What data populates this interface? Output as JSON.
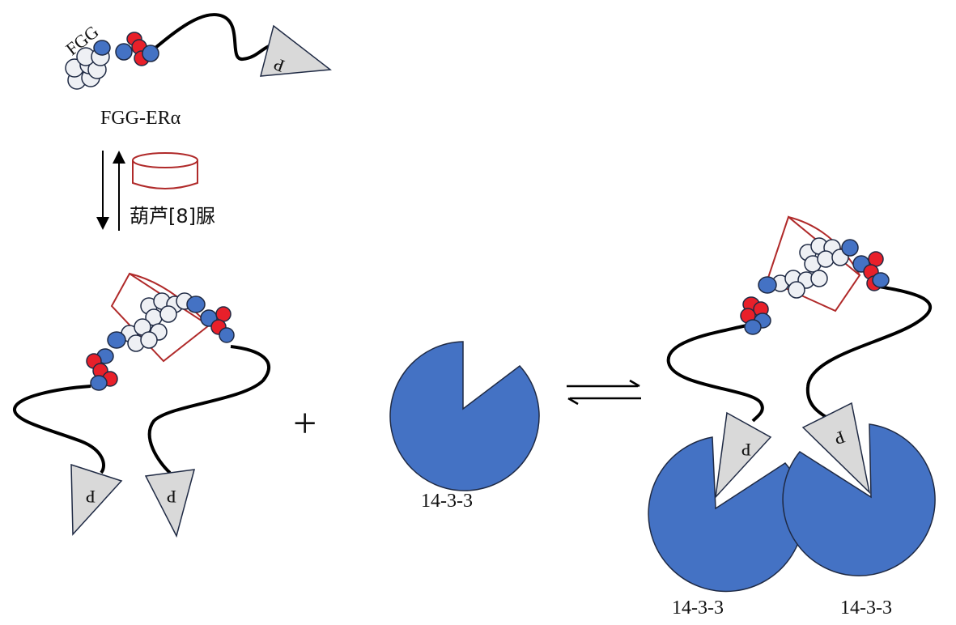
{
  "labels": {
    "fgg_tag": "FGG",
    "fgg_era": "FGG-ERα",
    "cucurbituril": "葫芦[8]脲",
    "plus": "+",
    "protein_free": "14-3-3",
    "protein_left": "14-3-3",
    "protein_right": "14-3-3",
    "phospho": "P"
  },
  "colors": {
    "protein": "#4472c4",
    "blue_residue": "#4472c4",
    "red_residue": "#e8202a",
    "white_residue": "#eef0f4",
    "outline": "#1f2a44",
    "cb8_ring": "#b02a2a",
    "phospho_tag": "#d9d9d9",
    "chain": "#000000"
  }
}
